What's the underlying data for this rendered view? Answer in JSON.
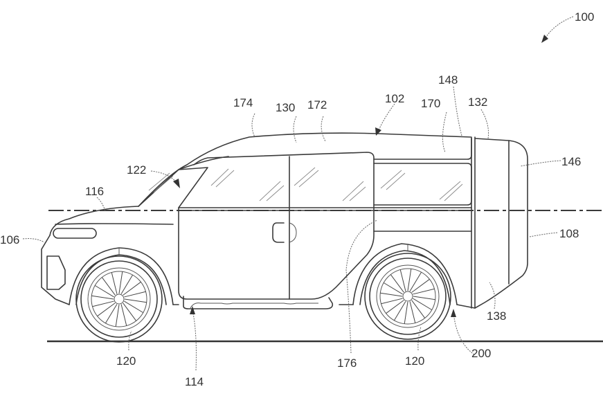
{
  "figure": {
    "subject": "vehicle-side-view",
    "reference_numerals": {
      "overall": "100",
      "body": "102",
      "front_end": "106",
      "rear_end": "108",
      "rocker": "114",
      "hood": "116",
      "wheel_front": "120",
      "wheel_rear": "120",
      "windshield": "122",
      "roof": "130",
      "rear_module": "132",
      "rear_lower": "138",
      "rear_upper": "146",
      "roof_rear_edge": "148",
      "rear_window": "170",
      "roof_mid": "172",
      "roof_front": "174",
      "door_seam": "176",
      "wheel_arch_rear": "200"
    }
  }
}
